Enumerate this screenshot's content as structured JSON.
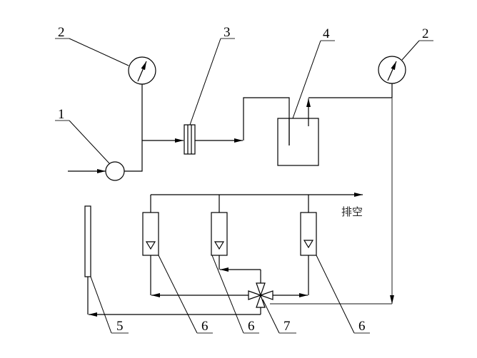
{
  "diagram": {
    "type": "gas flow schematic",
    "components": [
      {
        "id": "1",
        "name": "pump",
        "icon": "pump-circle"
      },
      {
        "id": "2",
        "name": "pressure gauge (inlet)",
        "icon": "pressure-gauge-icon"
      },
      {
        "id": "2",
        "name": "pressure gauge (outlet)",
        "icon": "pressure-gauge-icon"
      },
      {
        "id": "3",
        "name": "filter",
        "icon": "filter-icon"
      },
      {
        "id": "4",
        "name": "vessel",
        "icon": "tank"
      },
      {
        "id": "5",
        "name": "column",
        "icon": "column"
      },
      {
        "id": "6",
        "name": "rotameter (left)",
        "icon": "flowmeter-icon"
      },
      {
        "id": "6",
        "name": "rotameter (middle)",
        "icon": "flowmeter-icon"
      },
      {
        "id": "6",
        "name": "rotameter (right)",
        "icon": "flowmeter-icon"
      },
      {
        "id": "7",
        "name": "four-way valve",
        "icon": "valve-icon"
      }
    ],
    "labels": {
      "pump": "1",
      "gauge_left": "2",
      "gauge_right": "2",
      "filter": "3",
      "vessel": "4",
      "column": "5",
      "rotameter_left": "6",
      "rotameter_middle": "6",
      "valve": "7",
      "rotameter_right": "6",
      "vent": "排空"
    }
  }
}
